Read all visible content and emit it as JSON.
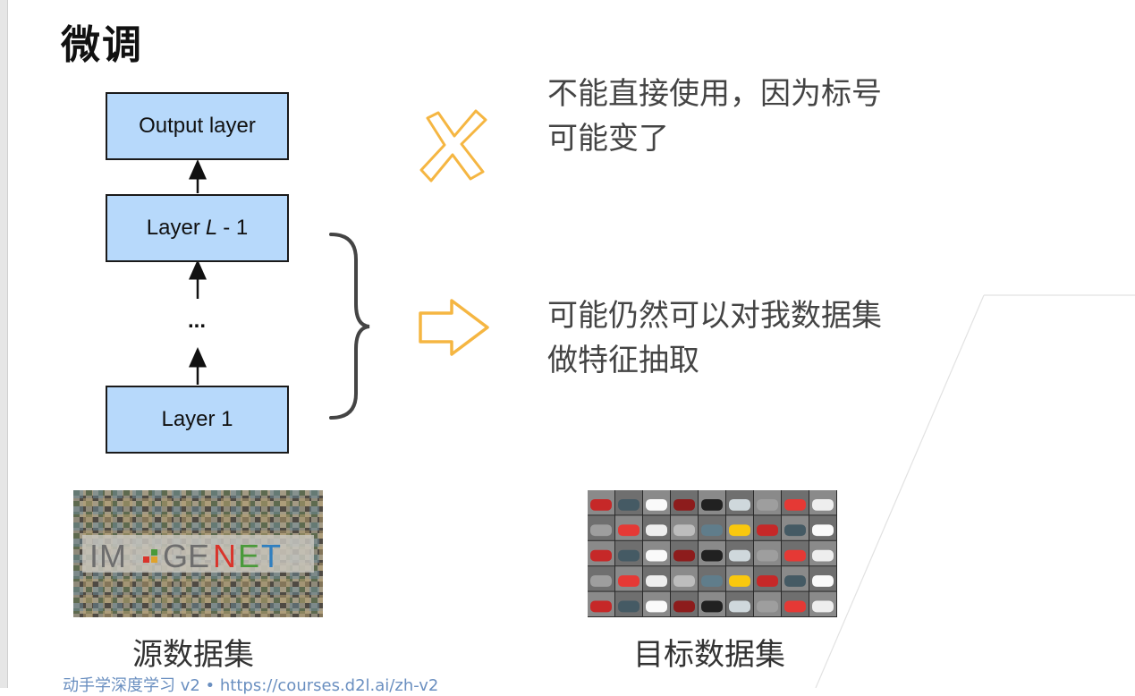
{
  "title": "微调",
  "layers": {
    "output": "Output layer",
    "hidden_prefix": "Layer",
    "hidden_var": "L",
    "hidden_suffix": "- 1",
    "ellipsis": "...",
    "first": "Layer 1"
  },
  "notes": {
    "cross": "不能直接使用，因为标号可能变了",
    "arrow": "可能仍然可以对我数据集做特征抽取"
  },
  "images": {
    "source_logo": "IM GENET",
    "source_caption": "源数据集",
    "target_caption": "目标数据集"
  },
  "footer": "动手学深度学习 v2 • https://courses.d2l.ai/zh-v2",
  "colors": {
    "layer_fill": "#b7d9fb",
    "accent_orange": "#f5b642",
    "logo_red": "#d9342b",
    "logo_green": "#4a9a3a"
  }
}
